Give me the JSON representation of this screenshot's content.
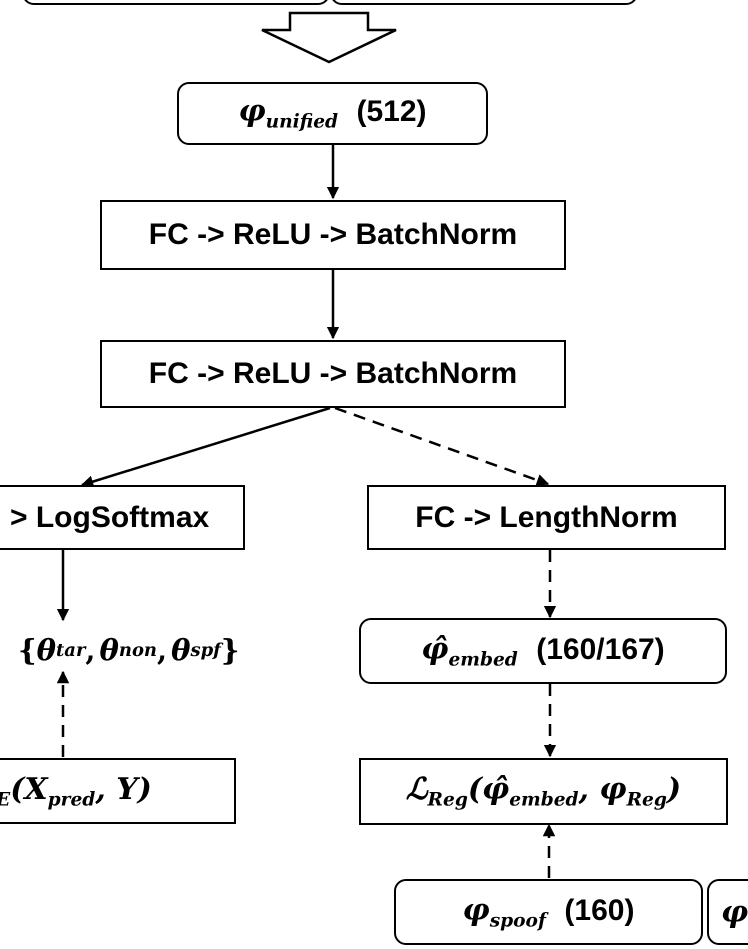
{
  "top_boxes": {
    "left": "",
    "right": ""
  },
  "unified": {
    "symbol": "φ",
    "subscript": "unified",
    "dim": "(512)"
  },
  "layer1": {
    "label": "FC -> ReLU -> BatchNorm"
  },
  "layer2": {
    "label": "FC -> ReLU -> BatchNorm"
  },
  "cls_head": {
    "label": "> LogSoftmax"
  },
  "emb_head": {
    "label": "FC -> LengthNorm"
  },
  "theta": {
    "open": "{",
    "symbol": "θ",
    "sub_tar": "tar",
    "sub_non": "non",
    "sub_spf": "spf",
    "sep": ",",
    "close": "}"
  },
  "ce_loss": {
    "sub": "E",
    "text": "(X",
    "sub_pred": "pred",
    "tail": ", Y)"
  },
  "embed": {
    "symbol": "φ̂",
    "subscript": "embed",
    "dim": "(160/167)"
  },
  "reg_loss": {
    "symbol": "ℒ",
    "subscript": "Reg",
    "open": "(",
    "hat_phi": "φ̂",
    "sub_embed": "embed",
    "comma": ", ",
    "phi": "φ",
    "sub_reg": "Reg",
    "close": ")"
  },
  "spoof": {
    "symbol": "φ",
    "subscript": "spoof",
    "dim": "(160)"
  },
  "partial": {
    "symbol": "φ"
  }
}
